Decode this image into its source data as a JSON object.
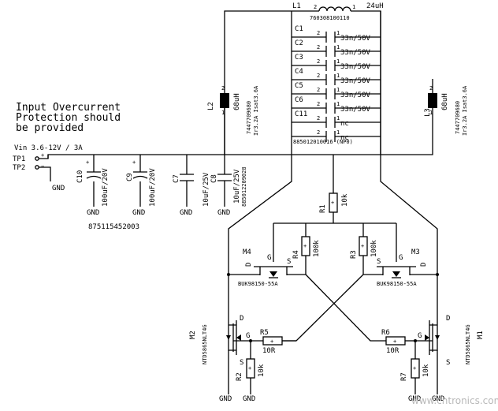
{
  "note": {
    "line1": "Input Overcurrent",
    "line2": "Protection should",
    "line3": "be provided"
  },
  "vin": "Vin 3.6-12V / 3A",
  "tp1": "TP1",
  "tp2": "TP2",
  "gnd": "GND",
  "c10": {
    "ref": "C10",
    "val": "100uF/20V"
  },
  "c9": {
    "ref": "C9",
    "val": "100uF/20V"
  },
  "c7": {
    "ref": "C7",
    "val": "10uF/25V"
  },
  "c8": {
    "ref": "C8",
    "val": "10uF/25V",
    "pn": "885012209028"
  },
  "pn_caps": "875115452003",
  "l1": {
    "ref": "L1",
    "val": "24uH",
    "pn": "760308100110",
    "pin1": "1",
    "pin2": "2"
  },
  "caps": [
    {
      "ref": "C1",
      "val": "33n/50V"
    },
    {
      "ref": "C2",
      "val": "33n/50V"
    },
    {
      "ref": "C3",
      "val": "33n/50V"
    },
    {
      "ref": "C4",
      "val": "33n/50V"
    },
    {
      "ref": "C5",
      "val": "33n/50V"
    },
    {
      "ref": "C6",
      "val": "33n/50V"
    },
    {
      "ref": "C11",
      "val": "nc"
    }
  ],
  "nc2": "nc",
  "pn_np0": "885012010016 (NP0)",
  "l2": {
    "ref": "L2",
    "val": "68uH",
    "pn": "7447709680",
    "spec": "Ir3.2A Isat3.6A"
  },
  "l3": {
    "ref": "L3",
    "val": "68uH",
    "pn": "7447709680",
    "spec": "Ir3.2A Isat3.6A"
  },
  "r1": {
    "ref": "R1",
    "val": "10k"
  },
  "r3": {
    "ref": "R3",
    "val": "100k"
  },
  "r4": {
    "ref": "R4",
    "val": "100k"
  },
  "r5": {
    "ref": "R5",
    "val": "10R"
  },
  "r6": {
    "ref": "R6",
    "val": "10R"
  },
  "r2": {
    "ref": "R2",
    "val": "10k"
  },
  "r7": {
    "ref": "R7",
    "val": "10k"
  },
  "m4": {
    "ref": "M4",
    "part": "BUK98150-55A"
  },
  "m3": {
    "ref": "M3",
    "part": "BUK98150-55A"
  },
  "m2": {
    "ref": "M2",
    "part": "NTD5865NLT4G"
  },
  "m1": {
    "ref": "M1",
    "part": "NTD5865NLT4G"
  },
  "pin_d": "D",
  "pin_g": "G",
  "pin_s": "S",
  "watermark": "www.cntronics.com"
}
